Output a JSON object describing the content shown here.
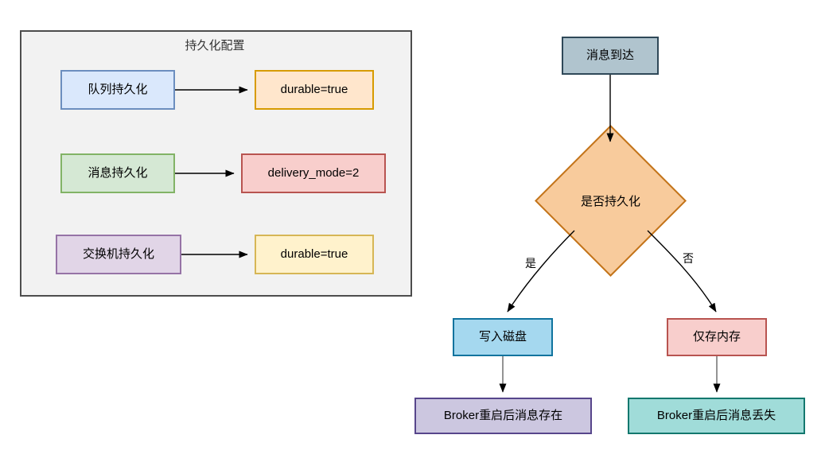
{
  "diagram": {
    "title_group": "持久化配置",
    "config_group": {
      "rows": [
        {
          "source": "队列持久化",
          "target": "durable=true"
        },
        {
          "source": "消息持久化",
          "target": "delivery_mode=2"
        },
        {
          "source": "交换机持久化",
          "target": "durable=true"
        }
      ]
    },
    "flow": {
      "start": "消息到达",
      "decision": "是否持久化",
      "branch_yes_label": "是",
      "branch_no_label": "否",
      "yes_node": "写入磁盘",
      "no_node": "仅存内存",
      "yes_result": "Broker重启后消息存在",
      "no_result": "Broker重启后消息丢失"
    }
  },
  "colors": {
    "panel_fill": "#f2f2f2",
    "panel_border": "#4d4d4d",
    "blue_fill": "#dae8fc",
    "blue_border": "#6c8ebf",
    "orange_fill": "#ffe6cc",
    "orange_border": "#d79b00",
    "green_fill": "#d5e8d4",
    "green_border": "#82b366",
    "red_fill": "#f8cecc",
    "red_border": "#b85450",
    "purple_fill": "#e1d5e7",
    "purple_border": "#9673a6",
    "yellow_fill": "#fff2cc",
    "yellow_border": "#d6b656",
    "slate_fill": "#b0c4ce",
    "slate_border": "#2f4858",
    "lightblue_fill": "#a5d8ef",
    "lightblue_border": "#10739e",
    "lavender_fill": "#ccc7e0",
    "lavender_border": "#57468b",
    "teal_fill": "#a0dcd9",
    "teal_border": "#13786e",
    "decision_fill": "#f8cb9c",
    "decision_border": "#c3741a",
    "edge_stroke": "#000000"
  }
}
